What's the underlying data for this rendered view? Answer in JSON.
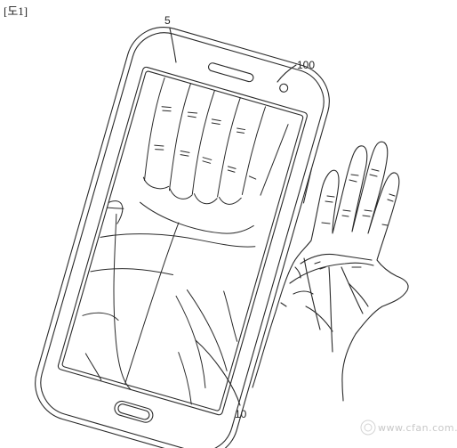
{
  "figure_label": "[도1]",
  "ref_labels": {
    "screen": "5",
    "device": "100",
    "palm_image": "10"
  },
  "watermark": "www.cfan.com.cn",
  "colors": {
    "line": "#2a2a2a",
    "background": "#ffffff",
    "watermark": "#c8c8c8"
  }
}
